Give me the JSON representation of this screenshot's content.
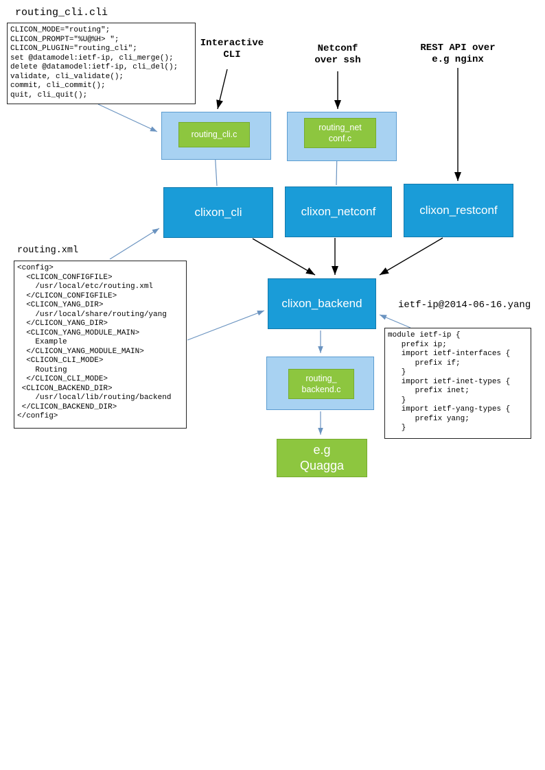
{
  "colors": {
    "dark_blue": "#1a9cd8",
    "light_blue": "#a8d2f2",
    "green": "#8dc63f",
    "arrow_black": "#000000",
    "arrow_blue": "#6a93c0",
    "box_text": "#ffffff"
  },
  "labels": {
    "routing_cli_file": "routing_cli.cli",
    "interactive_cli": "Interactive\nCLI",
    "netconf_over_ssh": "Netconf\nover ssh",
    "rest_api": "REST API over\ne.g nginx",
    "routing_xml": "routing.xml",
    "ietf_yang": "ietf-ip@2014-06-16.yang"
  },
  "nodes": {
    "routing_cli_c": "routing_cli.c",
    "routing_netconf_c": "routing_net\nconf.c",
    "clixon_cli": "clixon_cli",
    "clixon_netconf": "clixon_netconf",
    "clixon_restconf": "clixon_restconf",
    "clixon_backend": "clixon_backend",
    "routing_backend_c": "routing_\nbackend.c",
    "quagga": "e.g\nQuagga"
  },
  "code": {
    "routing_cli": "CLICON_MODE=\"routing\";\nCLICON_PROMPT=\"%U@%H> \";\nCLICON_PLUGIN=\"routing_cli\";\nset @datamodel:ietf-ip, cli_merge();\ndelete @datamodel:ietf-ip, cli_del();\nvalidate, cli_validate();\ncommit, cli_commit();\nquit, cli_quit();",
    "routing_xml": "<config>\n  <CLICON_CONFIGFILE>\n    /usr/local/etc/routing.xml\n  </CLICON_CONFIGFILE>\n  <CLICON_YANG_DIR>\n    /usr/local/share/routing/yang\n  </CLICON_YANG_DIR>\n  <CLICON_YANG_MODULE_MAIN>\n    Example\n  </CLICON_YANG_MODULE_MAIN>\n  <CLICON_CLI_MODE>\n    Routing\n  </CLICON_CLI_MODE>\n <CLICON_BACKEND_DIR>\n    /usr/local/lib/routing/backend\n </CLICON_BACKEND_DIR>\n</config>",
    "ietf_yang": "module ietf-ip {\n   prefix ip;\n   import ietf-interfaces {\n      prefix if;\n   }\n   import ietf-inet-types {\n      prefix inet;\n   }\n   import ietf-yang-types {\n      prefix yang;\n   }"
  }
}
